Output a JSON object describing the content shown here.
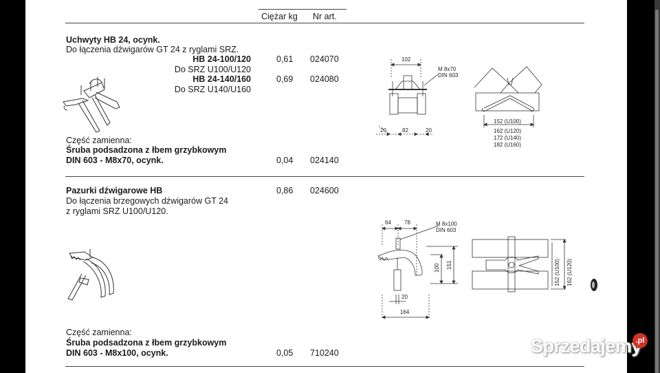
{
  "header": {
    "weight_col": "Ciężar kg",
    "art_col": "Nr art."
  },
  "section1": {
    "title": "Uchwyty HB 24, ocynk.",
    "desc": "Do łączenia dźwigarów GT 24 z ryglami SRZ.",
    "items": [
      {
        "name": "HB 24-100/120",
        "sub": "Do SRZ U100/U120",
        "weight": "0,61",
        "art": "024070"
      },
      {
        "name": "HB 24-140/160",
        "sub": "Do SRZ U140/U160",
        "weight": "0,69",
        "art": "024080"
      }
    ],
    "spare_label": "Część zamienna:",
    "spare_line1": "Śruba podsadzona z łbem grzybkowym",
    "spare_line2": "DIN 603 - M8x70, ocynk.",
    "spare_weight": "0,04",
    "spare_art": "024140",
    "drawing1": {
      "dim_top": "102",
      "bolt_1": "M 8x70",
      "bolt_2": "DIN 603",
      "dim_left": "20",
      "dim_mid": "82",
      "dim_right": "20"
    },
    "drawing2": {
      "dims": [
        "152 (U100)",
        "162 (U120)",
        "172 (U140)",
        "182 (U160)"
      ]
    }
  },
  "section2": {
    "title": "Pazurki dźwigarowe HB",
    "desc1": "Do łączenia brzegowych dźwigarów GT 24",
    "desc2": "z ryglami SRZ U100/U120.",
    "weight": "0,86",
    "art": "024600",
    "spare_label": "Część zamienna:",
    "spare_line1": "Śruba podsadzona z łbem grzybkowym",
    "spare_line2": "DIN 603 - M8x100, ocynk.",
    "spare_weight": "0,05",
    "spare_art": "710240",
    "drawing1": {
      "dim_a": "64",
      "dim_b": "78",
      "bolt_1": "M 8x100",
      "bolt_2": "DIN 603",
      "dim_h1": "100",
      "dim_h2": "151",
      "dim_small": "20",
      "dim_width": "164"
    },
    "drawing2": {
      "dim_1": "152 (U100)",
      "dim_2": "162 (U120)"
    }
  },
  "watermark": {
    "text": "Sprzedajemy",
    "badge": ".pl",
    "badge_color": "#d03328"
  }
}
